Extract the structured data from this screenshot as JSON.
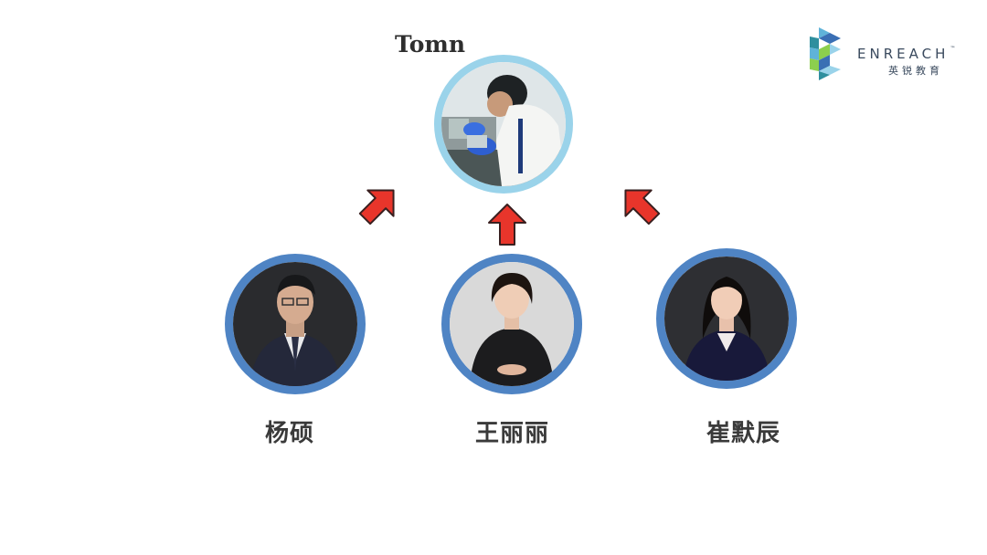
{
  "logo": {
    "wordmark": "ENREACH",
    "trademark": "™",
    "chinese": "英锐教育",
    "colors": [
      "#5fb3d9",
      "#8ccf4e",
      "#3a6fb4",
      "#9ad3ea",
      "#2f8f9e"
    ]
  },
  "top_person": {
    "name": "Tomn"
  },
  "people": [
    {
      "name": "杨硕"
    },
    {
      "name": "王丽丽"
    },
    {
      "name": "崔默辰"
    }
  ],
  "colors": {
    "arrow": "#e8352b",
    "ring_top": "#9ad3ea",
    "ring_bottom": "#4f84c4"
  },
  "icons": [
    "up-arrow-icon",
    "up-arrow-icon",
    "up-arrow-icon"
  ]
}
